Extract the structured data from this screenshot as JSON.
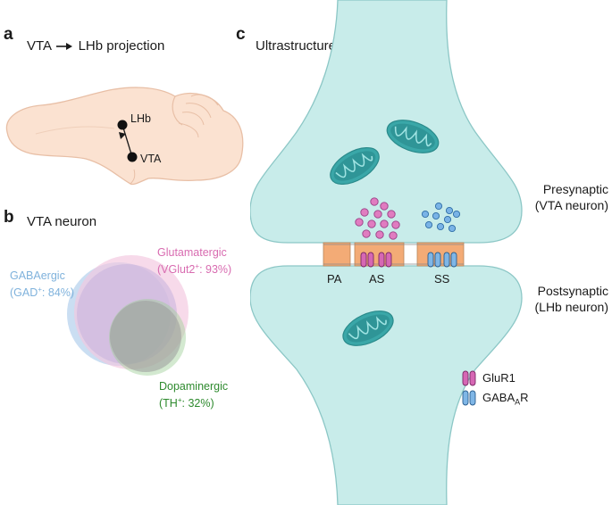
{
  "panels": {
    "a": {
      "letter": "a",
      "title_left": "VTA",
      "title_right": "LHb projection",
      "labels": {
        "lhb": "LHb",
        "vta": "VTA"
      }
    },
    "b": {
      "letter": "b",
      "title": "VTA neuron",
      "sets": [
        {
          "name": "GABAergic",
          "detail_pre": "(GAD",
          "detail_sup": "+",
          "detail_post": ": 84%)",
          "color": "#7fb2dc"
        },
        {
          "name": "Glutamatergic",
          "detail_pre": "(VGlut2",
          "detail_sup": "+",
          "detail_post": ": 93%)",
          "color": "#d86bb0"
        },
        {
          "name": "Dopaminergic",
          "detail_pre": "(TH",
          "detail_sup": "+",
          "detail_post": ": 32%)",
          "color": "#2e8a2e"
        }
      ]
    },
    "c": {
      "letter": "c",
      "title": "Ultrastructure",
      "presynaptic": {
        "line1": "Presynaptic",
        "line2": "(VTA neuron)"
      },
      "postsynaptic": {
        "line1": "Postsynaptic",
        "line2": "(LHb neuron)"
      },
      "sites": {
        "pa": "PA",
        "as": "AS",
        "ss": "SS"
      },
      "legend": {
        "glur1": "GluR1",
        "gaba_pre": "GABA",
        "gaba_sub": "A",
        "gaba_post": "R"
      }
    }
  },
  "colors": {
    "cell_fill": "#c8ecea",
    "cell_stroke": "#8cc7c6",
    "mito": "#3aa7a8",
    "glu_vesicle": "#d667b4",
    "gaba_vesicle": "#5aa3dc",
    "density": "#f3ab76",
    "brain": "#fbe2d1"
  }
}
